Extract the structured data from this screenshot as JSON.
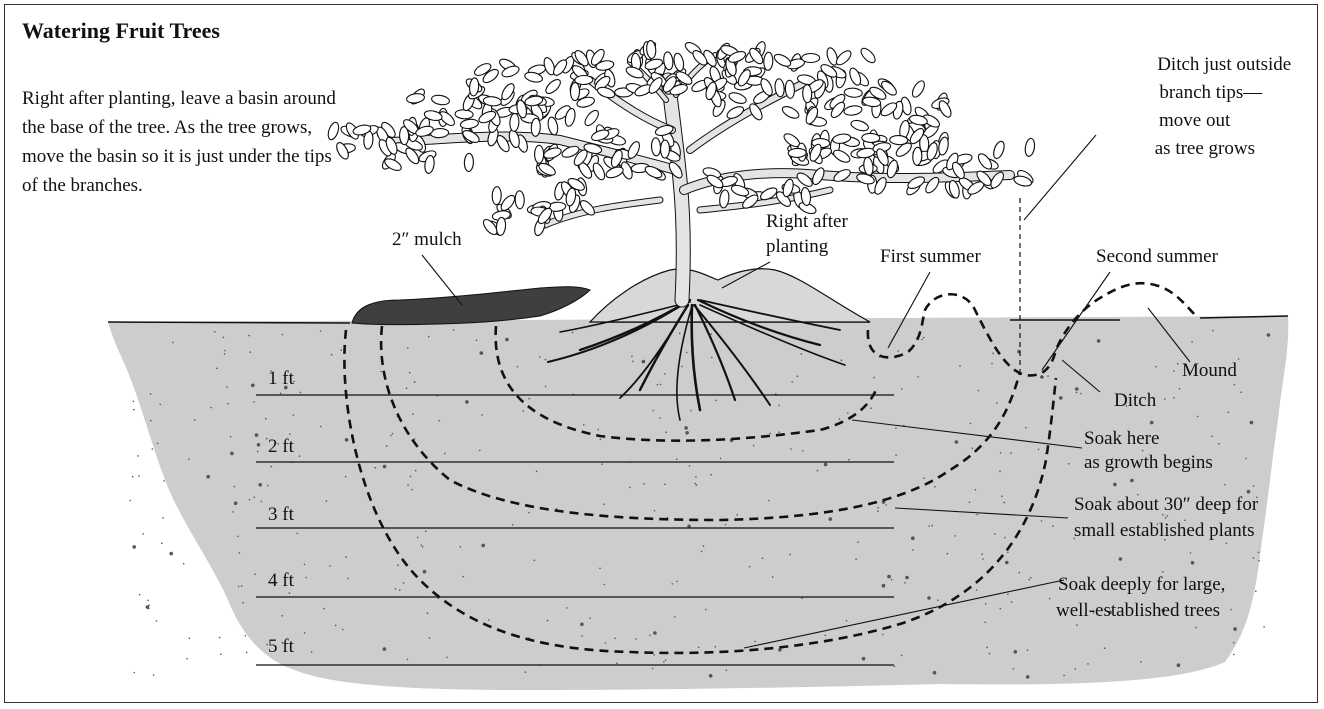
{
  "title": "Watering Fruit Trees",
  "intro": "Right after planting, leave a basin around the base of the tree. As the tree grows, move the basin so it is just under the tips of the branches.",
  "labels": {
    "ditch_note": [
      "Ditch just outside",
      "branch tips—",
      "move out",
      "as tree grows"
    ],
    "mulch": "2″ mulch",
    "right_after_planting": [
      "Right after",
      "planting"
    ],
    "first_summer": "First summer",
    "second_summer": "Second summer",
    "mound": "Mound",
    "ditch": "Ditch",
    "soak_growth": [
      "Soak here",
      "as growth begins"
    ],
    "soak_30": [
      "Soak about 30″ deep for",
      "small established plants"
    ],
    "soak_deep": [
      "Soak deeply for large,",
      "well-established trees"
    ]
  },
  "depth_marks": [
    "1 ft",
    "2 ft",
    "3 ft",
    "4 ft",
    "5 ft"
  ],
  "colors": {
    "soil": "#cdcdcd",
    "mulch": "#3f3f3f",
    "ink": "#111111",
    "leaf": "#ffffff",
    "trunk": "#e4e4e4"
  }
}
